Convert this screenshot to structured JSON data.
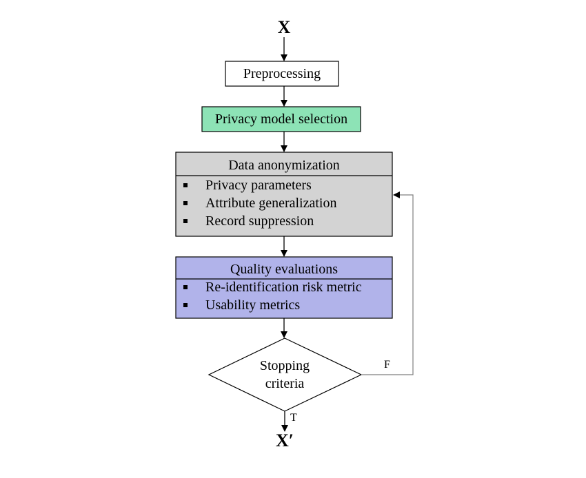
{
  "input_label": "X",
  "output_label": "X′",
  "preprocessing": "Preprocessing",
  "privacy_model": "Privacy model selection",
  "anonymization": {
    "title": "Data anonymization",
    "items": [
      "Privacy parameters",
      "Attribute generalization",
      "Record suppression"
    ]
  },
  "quality": {
    "title": "Quality evaluations",
    "items": [
      "Re-identification risk metric",
      "Usability metrics"
    ]
  },
  "decision": {
    "line1": "Stopping",
    "line2": "criteria"
  },
  "true_label": "T",
  "false_label": "F",
  "colors": {
    "privacy_model_fill": "#8de3b6",
    "anonymization_fill": "#d3d3d3",
    "quality_fill": "#b1b3ea",
    "stroke": "#000000",
    "loop_stroke": "#7f7f7f"
  }
}
